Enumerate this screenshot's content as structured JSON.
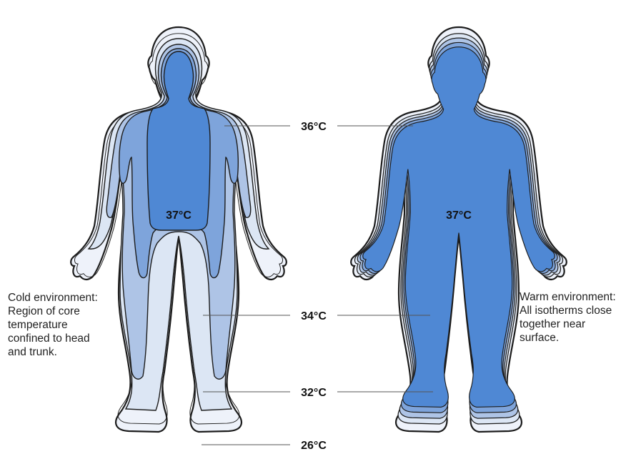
{
  "isotherms": [
    {
      "id": "36",
      "label": "36°C"
    },
    {
      "id": "34",
      "label": "34°C"
    },
    {
      "id": "32",
      "label": "32°C"
    },
    {
      "id": "26",
      "label": "26°C"
    }
  ],
  "core_labels": {
    "cold": "37°C",
    "warm": "37°C"
  },
  "captions": {
    "cold": [
      "Cold environment:",
      "Region of core",
      "temperature",
      "confined to head",
      "and trunk."
    ],
    "warm": [
      "Warm environment:",
      "All isotherms close",
      "together near",
      "surface."
    ]
  },
  "colors": {
    "outline": "#1c1c1c",
    "skin_26": "#eef2fa",
    "zone_32": "#dce6f4",
    "zone_34": "#aec4e6",
    "zone_36": "#7ea4db",
    "core_37": "#4f88d4",
    "leader_line": "#555555"
  }
}
